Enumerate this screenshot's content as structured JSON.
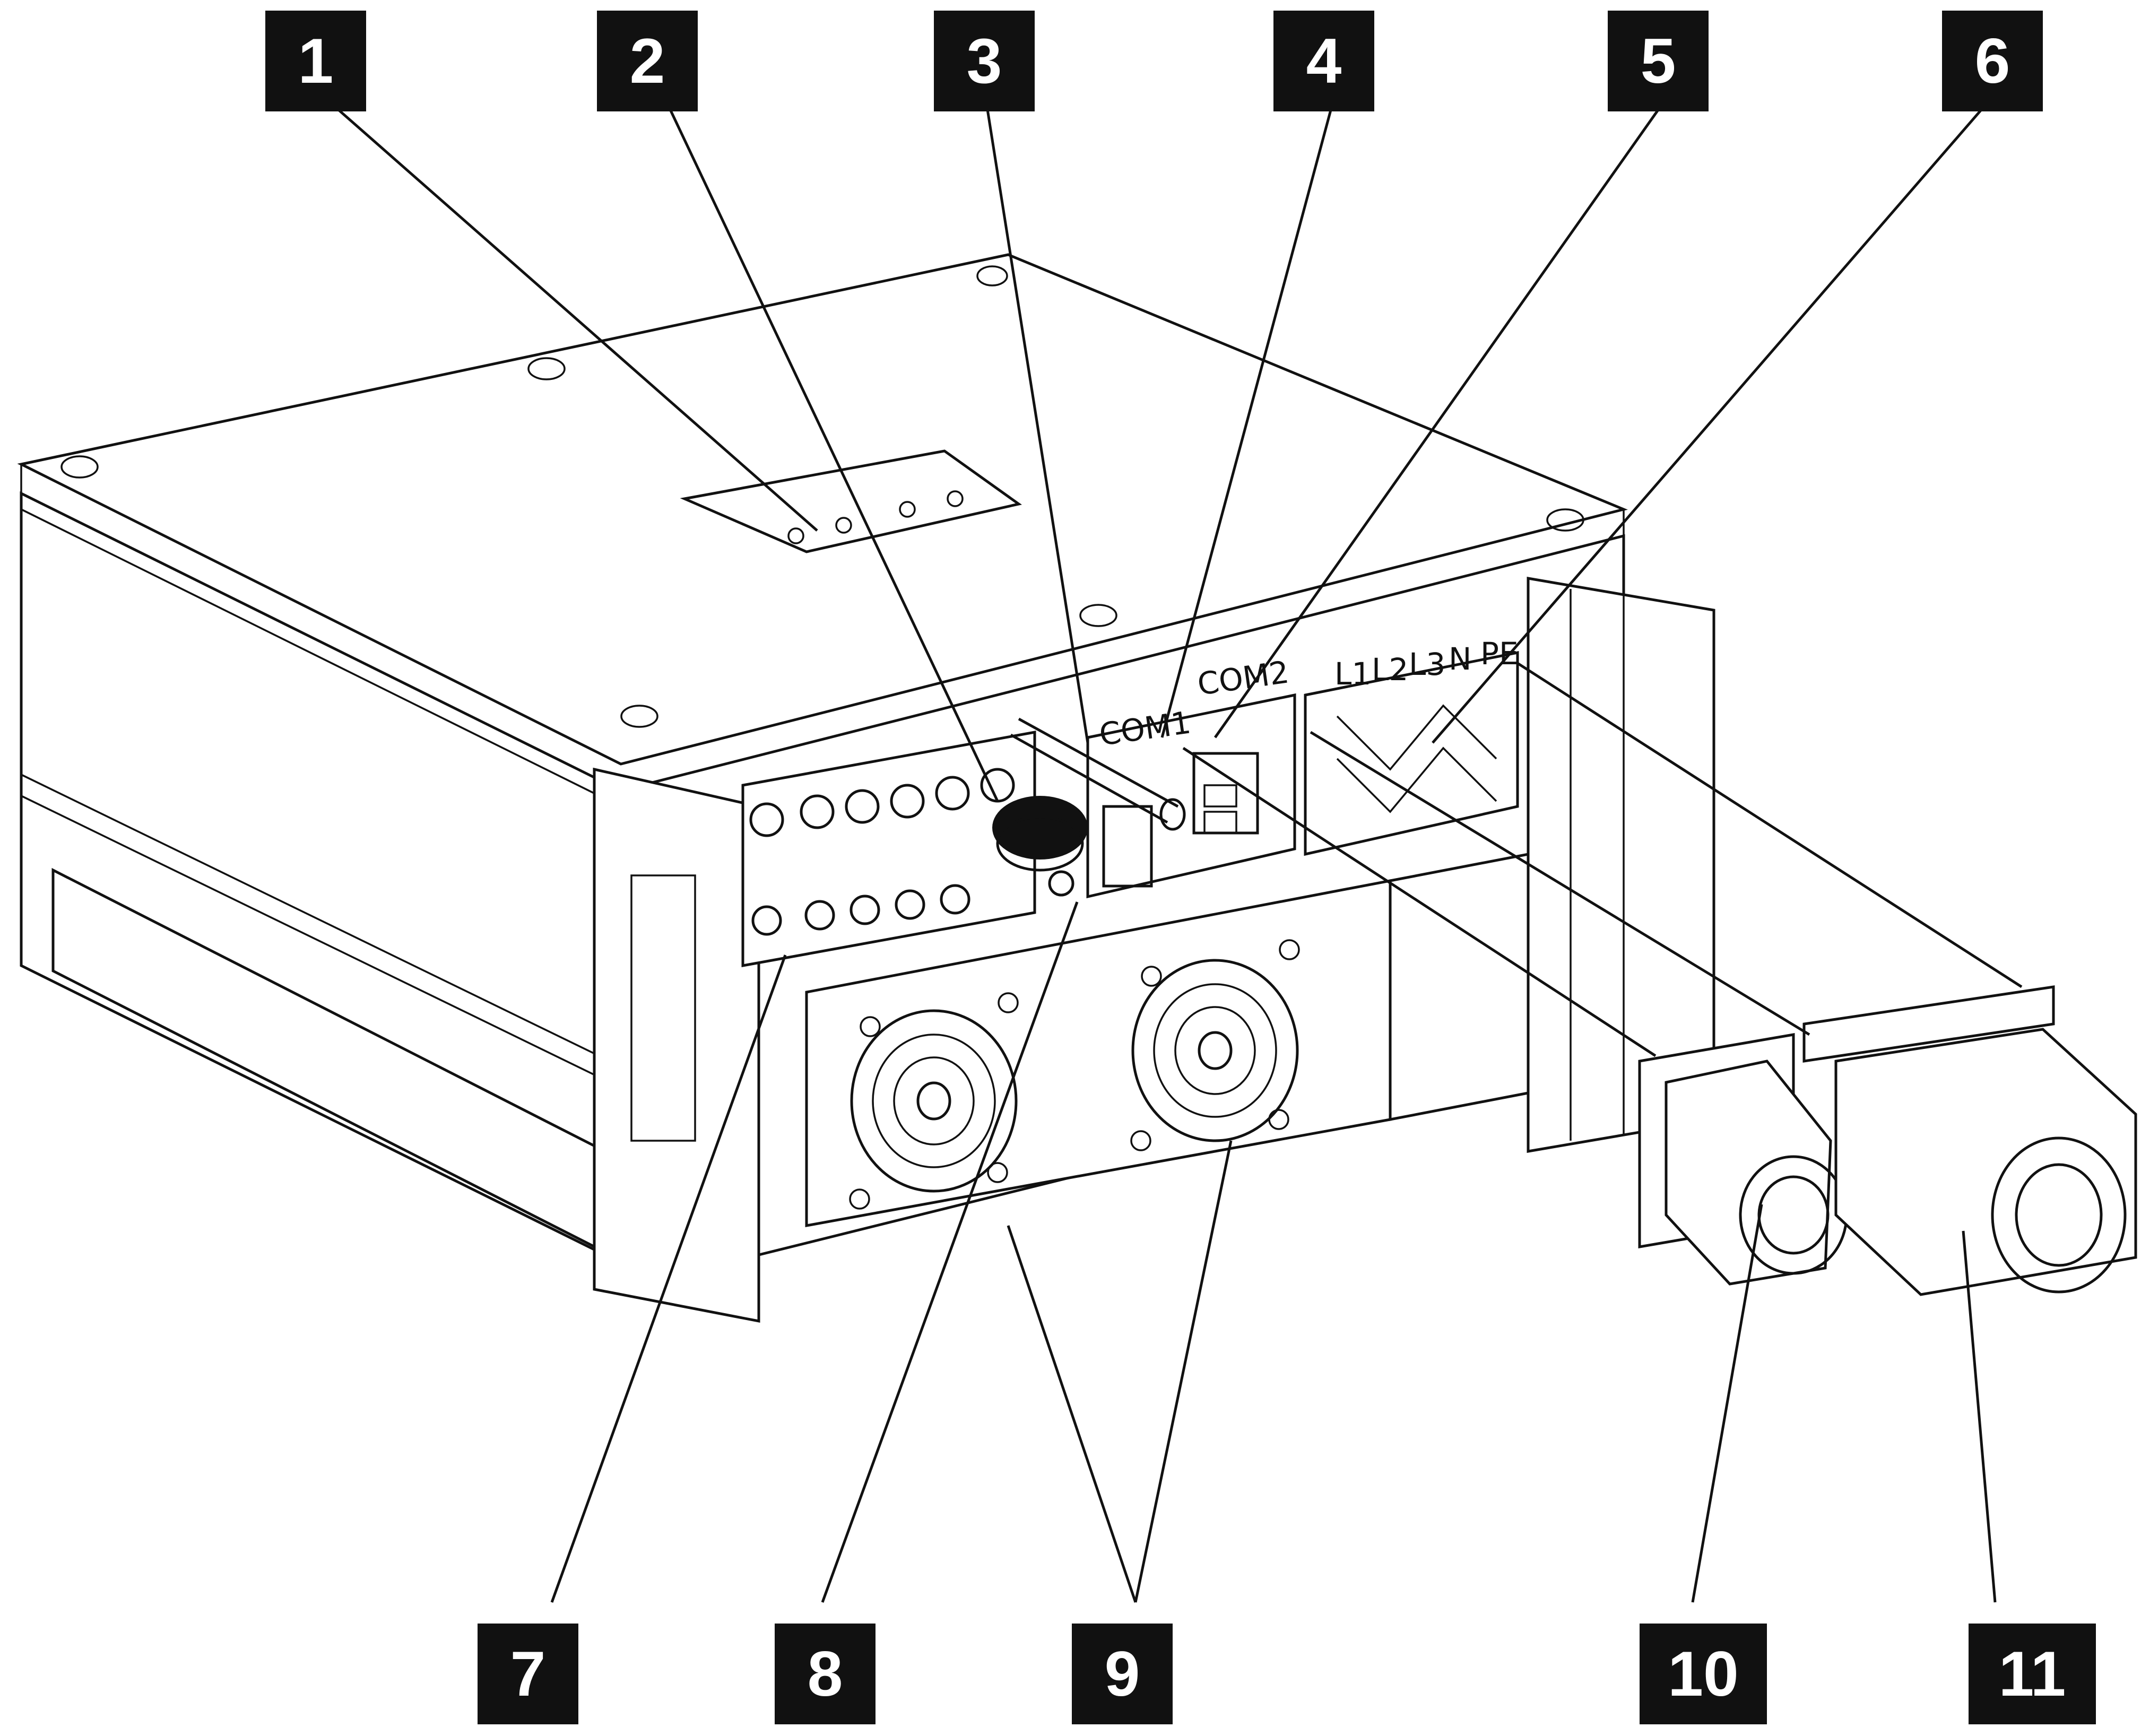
{
  "callouts": [
    {
      "id": "1",
      "label": "1"
    },
    {
      "id": "2",
      "label": "2"
    },
    {
      "id": "3",
      "label": "3"
    },
    {
      "id": "4",
      "label": "4"
    },
    {
      "id": "5",
      "label": "5"
    },
    {
      "id": "6",
      "label": "6"
    },
    {
      "id": "7",
      "label": "7"
    },
    {
      "id": "8",
      "label": "8"
    },
    {
      "id": "9",
      "label": "9"
    },
    {
      "id": "10",
      "label": "10"
    },
    {
      "id": "11",
      "label": "11"
    }
  ],
  "panel_labels": {
    "com1": "COM1",
    "com2": "COM2",
    "l1": "L1",
    "l2": "L2",
    "l3": "L3",
    "n": "N",
    "pe": "PE"
  },
  "colors": {
    "callout_fill": "#111111",
    "callout_text": "#ffffff",
    "line": "#111111",
    "background": "#ffffff"
  }
}
